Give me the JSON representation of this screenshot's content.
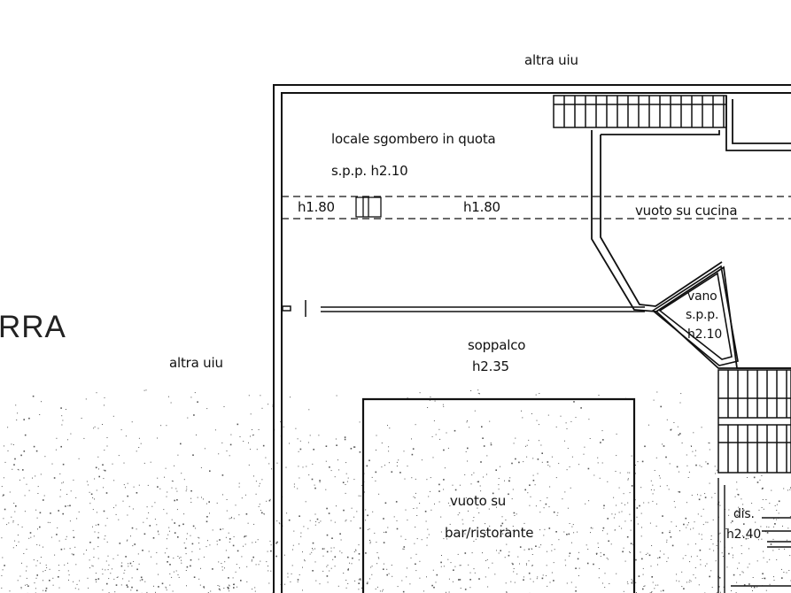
{
  "labels": {
    "altra_uiu_top": "altra uiu",
    "altra_uiu_left": "altra uiu",
    "partial_title": "RRA",
    "locale_sgombero": "locale sgombero in quota",
    "spp_h210": "s.p.p. h2.10",
    "h180_left": "h1.80",
    "h180_center": "h1.80",
    "vuoto_cucina": "vuoto su cucina",
    "vano_line1": "vano",
    "vano_line2": "s.p.p.",
    "vano_line3": "h2.10",
    "soppalco": "soppalco",
    "soppalco_h": "h2.35",
    "vuoto_su": "vuoto su",
    "bar_ristorante": "bar/ristorante",
    "dis": "dis.",
    "dis_h": "h2.40"
  },
  "colors": {
    "ink": "#111111",
    "paper": "#ffffff",
    "speckle": "#555555"
  }
}
